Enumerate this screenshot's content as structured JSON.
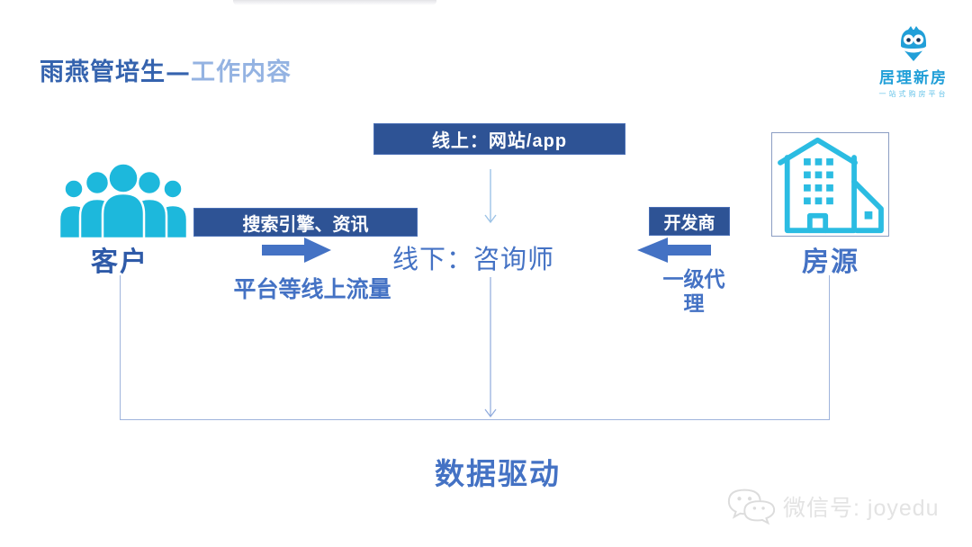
{
  "slide": {
    "title": {
      "primary": "雨燕管培生—",
      "secondary": "工作内容"
    }
  },
  "brand": {
    "name": "居理新房",
    "tagline": "一站式购房平台",
    "logo_icon": "owl-logo-icon"
  },
  "flow": {
    "online_box_label": "线上：网站/app",
    "offline_label": "线下：咨询师",
    "customer_label": "客户",
    "customer_icon": "people-group-icon",
    "search_box_label": "搜索引擎、资讯",
    "search_caption": "平台等线上流量",
    "developer_box_label": "开发商",
    "agent_caption": "一级代理",
    "listing_label": "房源",
    "listing_icon": "building-icon",
    "result_label": "数据驱动"
  },
  "watermark": {
    "icon": "wechat-icon",
    "text": "微信号: joyedu"
  },
  "colors": {
    "box_dark_blue": "#2E5395",
    "text_medium_blue": "#4472C4",
    "connector_light_blue": "#9FB4DC",
    "icon_cyan": "#1DB8DC",
    "building_cyan": "#2BBCE2",
    "title_dark_blue": "#3563AE",
    "title_light_blue": "#94B3E2",
    "logo_blue": "#219FD8",
    "watermark_gray": "#E3E3E3"
  }
}
